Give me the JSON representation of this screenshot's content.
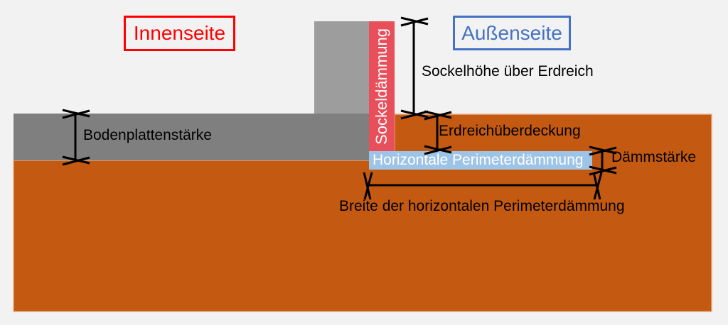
{
  "labels": {
    "innenseite": "Innenseite",
    "aussenseite": "Außenseite",
    "sockeldaemmung": "Sockeldämmung",
    "perimeterdaemmung": "Horizontale Perimeterdämmung",
    "sockelhoehe": "Sockelhöhe über Erdreich",
    "bodenplatte": "Bodenplattenstärke",
    "erdreich": "Erdreichüberdeckung",
    "daemmstaerke": "Dämmstärke",
    "breite": "Breite der horizontalen Perimeterdämmung"
  },
  "colors": {
    "background": "#F2F2F2",
    "soil": "#C45A11",
    "soil_edge": "#E8AC80",
    "slab": "#7F7F7F",
    "wall": "#9D9D9D",
    "sockel_insulation": "#E84F5B",
    "perimeter_insulation": "#9DC3E6",
    "innenseite": "#FF0000",
    "aussenseite": "#4472C4",
    "text": "#000000",
    "white_text": "#FFFFFF",
    "dimension": "#000000"
  }
}
